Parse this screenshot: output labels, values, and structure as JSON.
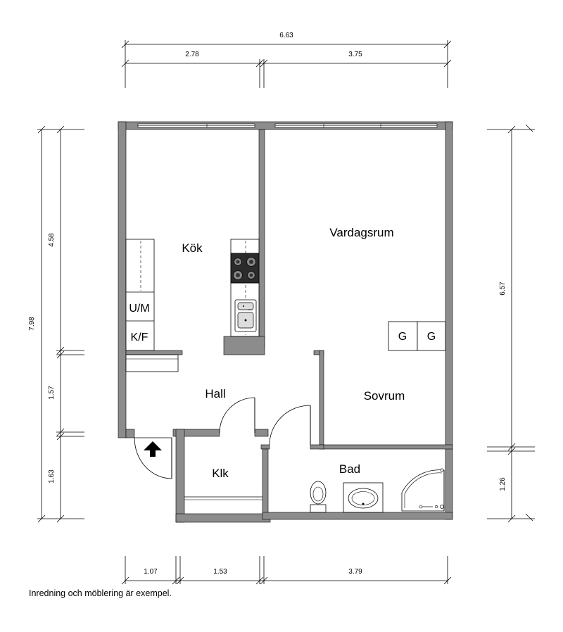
{
  "dimensions": {
    "top_total": "6.63",
    "top_left": "2.78",
    "top_right": "3.75",
    "left_total": "7.98",
    "left_1": "4.58",
    "left_2": "1.57",
    "left_3": "1.63",
    "right_1": "6.57",
    "right_2": "1.26",
    "bottom_1": "1.07",
    "bottom_2": "1.53",
    "bottom_3": "3.79"
  },
  "rooms": {
    "kok": "Kök",
    "vardagsrum": "Vardagsrum",
    "hall": "Hall",
    "sovrum": "Sovrum",
    "klk": "Klk",
    "bad": "Bad"
  },
  "appliances": {
    "um": "U/M",
    "kf": "K/F",
    "g1": "G",
    "g2": "G"
  },
  "note": "Inredning och möblering är exempel."
}
